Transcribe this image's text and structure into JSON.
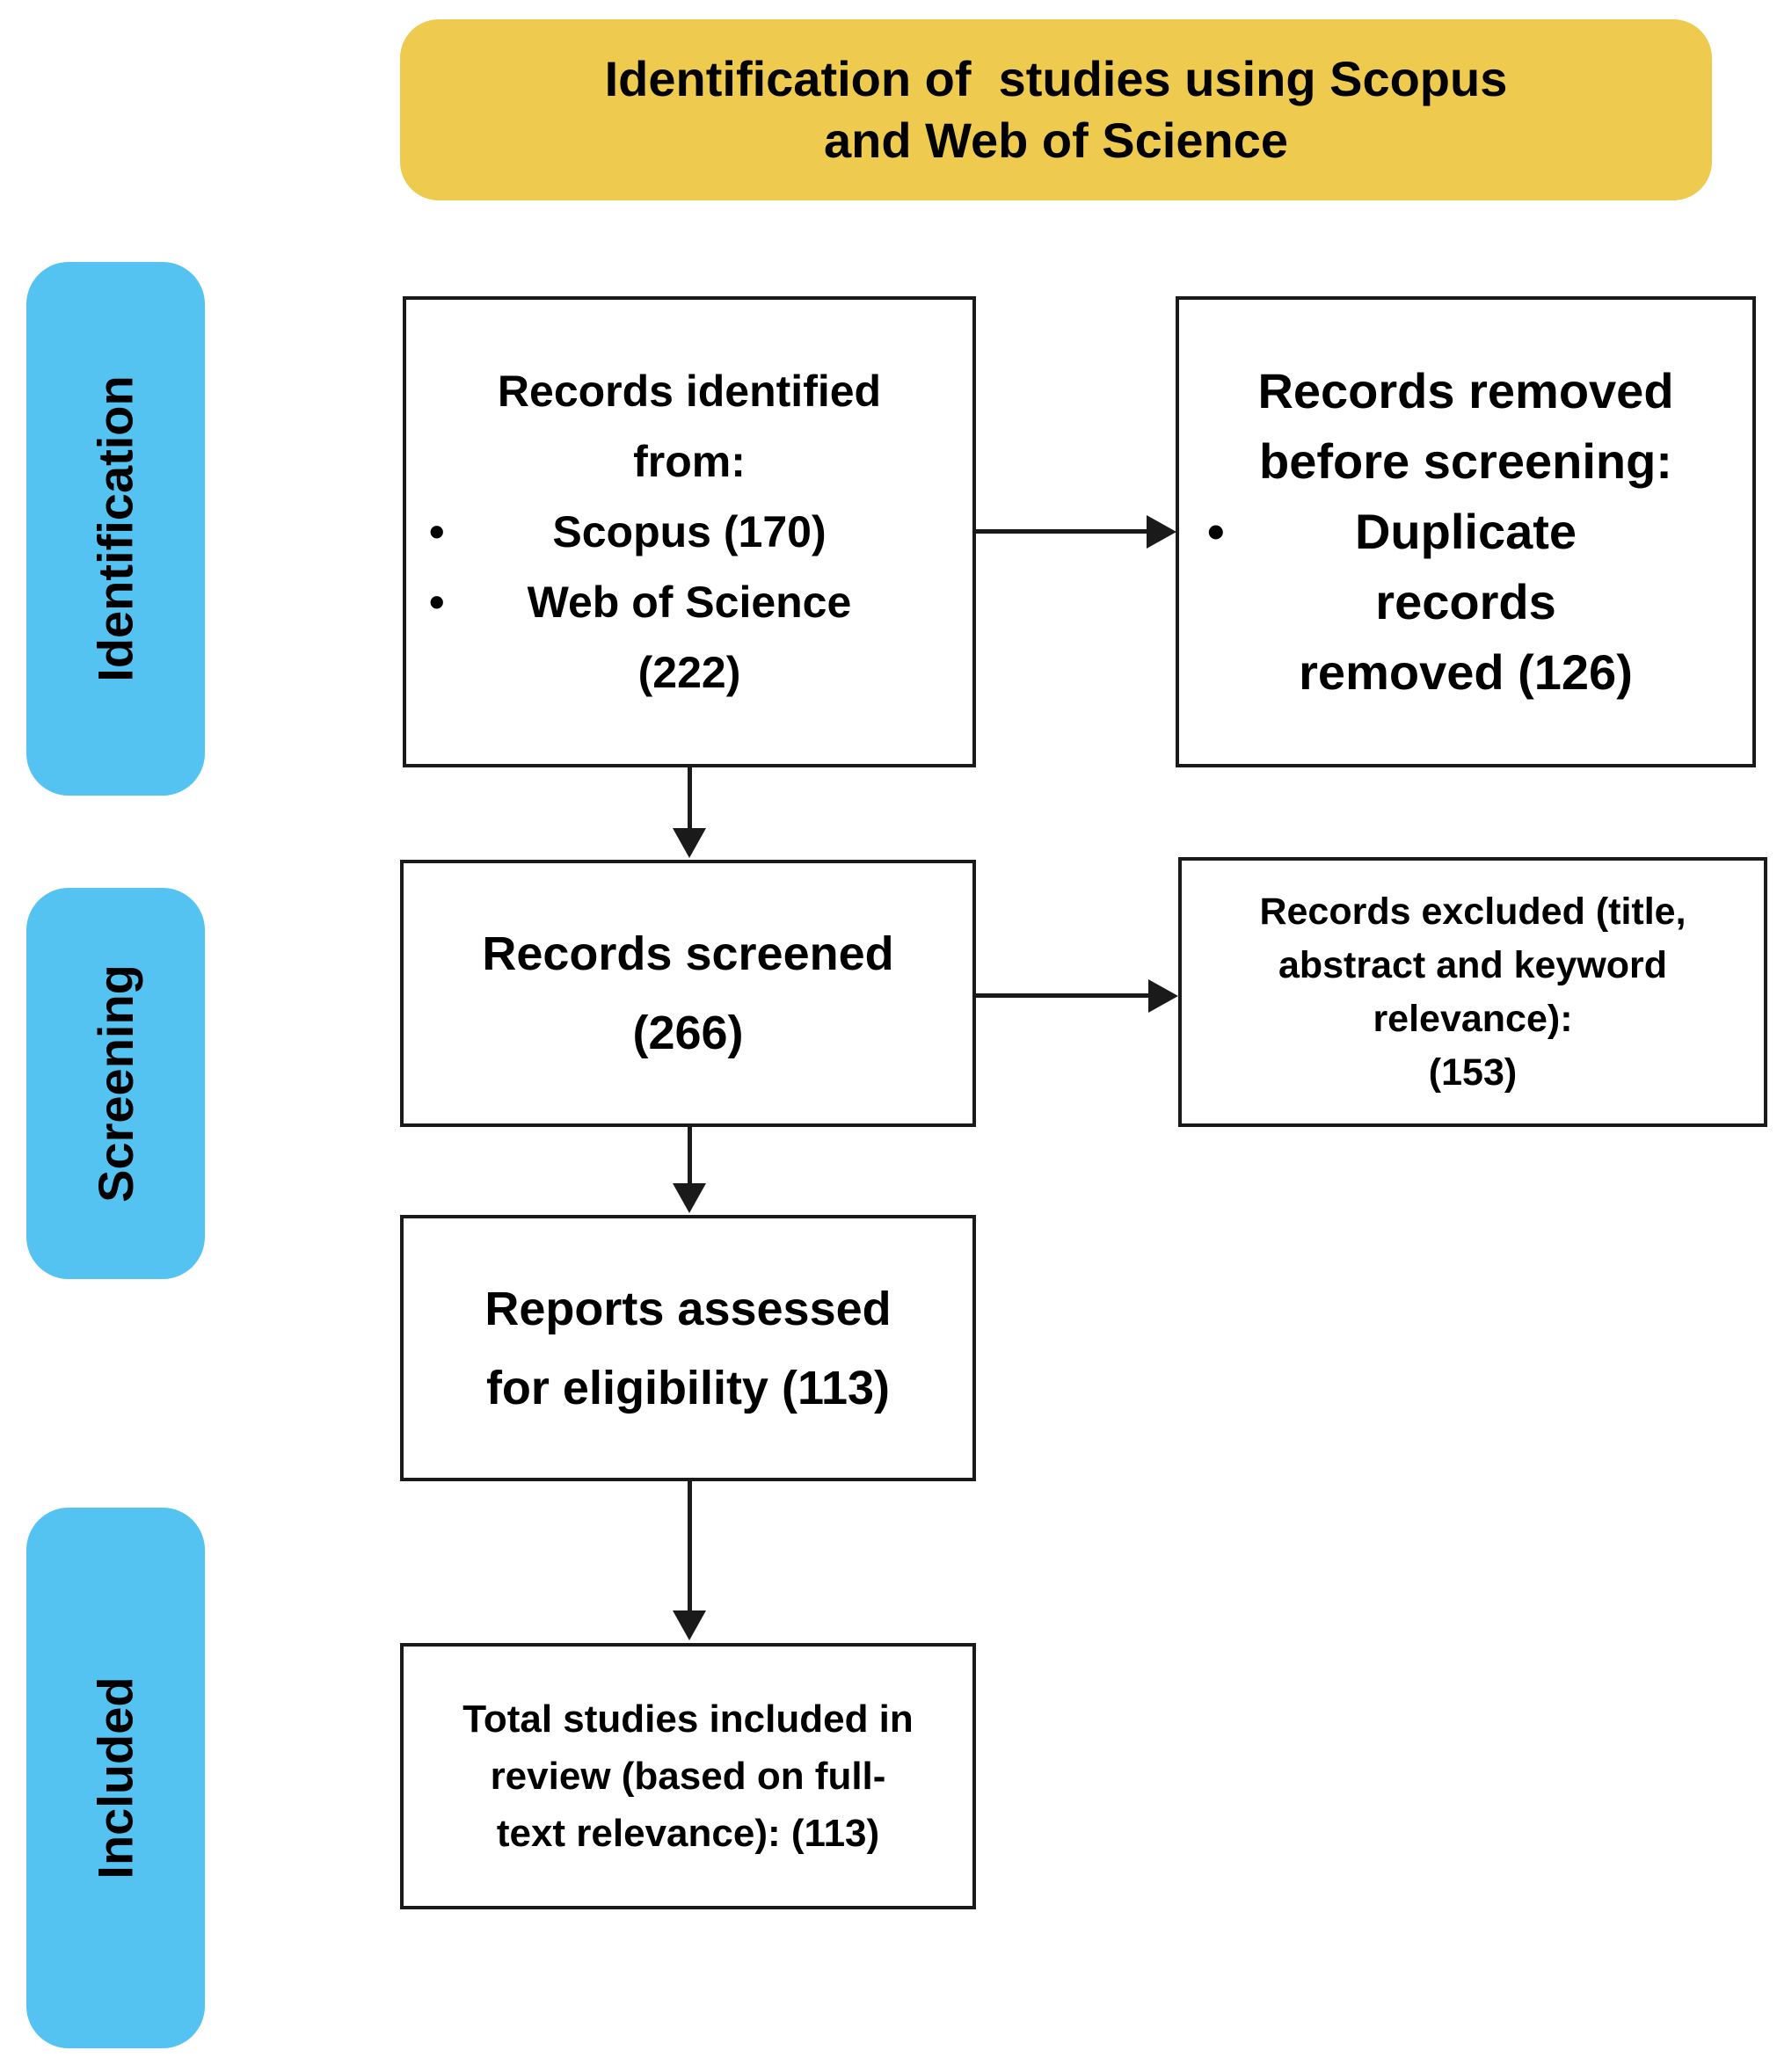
{
  "diagram_title": {
    "lines": [
      "Identification of  studies using Scopus",
      "and Web of Science"
    ]
  },
  "stages": [
    {
      "label": "Identification"
    },
    {
      "label": "Screening"
    },
    {
      "label": "Included"
    }
  ],
  "boxes": {
    "identified": {
      "heading_lines": [
        "Records identified",
        "from:"
      ],
      "bullets": [
        {
          "lines": [
            "Scopus (170)"
          ]
        },
        {
          "lines": [
            "Web of Science",
            "(222)"
          ]
        }
      ]
    },
    "removed": {
      "heading_lines": [
        "Records removed",
        "before screening:"
      ],
      "bullets": [
        {
          "lines": [
            "Duplicate",
            "records",
            "removed (126)"
          ]
        }
      ]
    },
    "screened": {
      "lines": [
        "Records screened",
        "(266)"
      ]
    },
    "excluded": {
      "lines": [
        "Records excluded (title,",
        "abstract and keyword",
        "relevance):",
        "(153)"
      ]
    },
    "assessed": {
      "lines": [
        "Reports assessed",
        "for eligibility (113)"
      ]
    },
    "total_included": {
      "lines": [
        "Total studies included in",
        "review (based on full-",
        "text relevance): (113)"
      ]
    }
  },
  "glyphs": {
    "bullet": "•"
  },
  "colors": {
    "stage_blue": "#55c3f1",
    "title_yellow": "#eeca4f",
    "box_background": "#ffffff",
    "box_border": "#1a1a1a",
    "arrow_black": "#1a1a1a",
    "text_black": "#000000",
    "page_background": "#ffffff"
  }
}
